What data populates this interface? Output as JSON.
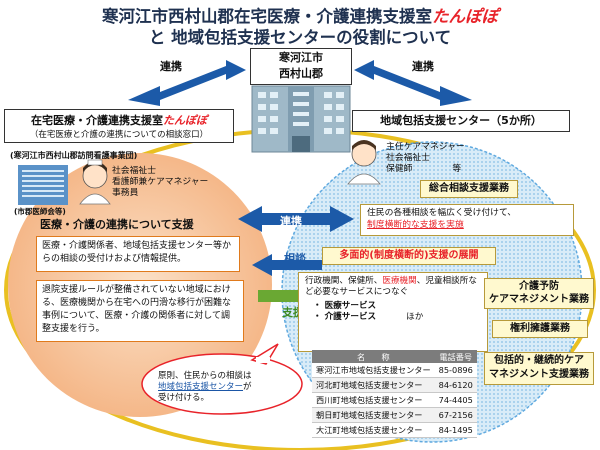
{
  "title": {
    "line1_main": "寒河江市西村山郡在宅医療・介護連携支援室",
    "line1_accent": "たんぽぽ",
    "line2": "と 地域包括支援センターの役割について"
  },
  "top_center": {
    "line1": "寒河江市",
    "line2": "西村山郡"
  },
  "arrow_labels": {
    "top_left": "連携",
    "top_right": "連携",
    "middle": "連携",
    "consult": "相談",
    "support": "支援"
  },
  "left_header": {
    "title_main": "在宅医療・介護連携支援室",
    "title_accent": "たんぽぽ",
    "subtitle": "（在宅医療と介護の連携についての相談窓口）"
  },
  "right_header": {
    "title": "地域包括支援センター（5か所）"
  },
  "left_area": {
    "org": "(寒河江市西村山郡訪問看護事業団)",
    "staff": [
      "社会福祉士",
      "看護師兼ケアマネジャー",
      "事務員"
    ],
    "medical_assoc": "(市郡医師会等)",
    "heading": "医療・介護の連携について支援",
    "box1": "医療・介護関係者、地域包括支援センター等からの相談の受付けおよび情報提供。",
    "box2": "退院支援ルールが整備されていない地域における、医療機関から在宅への円滑な移行が困難な事例について、医療・介護の関係者に対して調整支援を行う。"
  },
  "callout": {
    "line1": "原則、住民からの相談は",
    "link": "地域包括支援センター",
    "line2_tail": "が",
    "line3": "受け付ける。"
  },
  "right_area": {
    "staff": [
      "主任ケアマネジャー",
      "社会福祉士",
      "保健師"
    ],
    "staff_suffix": "等",
    "general_consult": "総合相談支援業務",
    "general_box_line1": "住民の各種相談を幅広く受け付けて、",
    "general_box_line2": "制度横断的な支援を実施",
    "multi_service": "多面的(制度横断的)支援の展開",
    "service_box_pre": "行政機関、保健所、",
    "service_box_red": "医療機関",
    "service_box_post": "、児童相談所など必要なサービスにつなぐ",
    "service_items": [
      "・ 医療サービス",
      "・ 介護サービス"
    ],
    "service_etc": "ほか",
    "side_boxes": [
      {
        "lines": [
          "介護予防",
          "ケアマネジメント業務"
        ]
      },
      {
        "lines": [
          "権利擁護業務"
        ]
      },
      {
        "lines": [
          "包括的・継続的ケア",
          "マネジメント支援業務"
        ]
      }
    ]
  },
  "phone_table": {
    "headers": [
      "名　　称",
      "電話番号"
    ],
    "rows": [
      [
        "寒河江市地域包括支援センター",
        "85-0896"
      ],
      [
        "河北町地域包括支援センター",
        "84-6120"
      ],
      [
        "西川町地域包括支援センター",
        "74-4405"
      ],
      [
        "朝日町地域包括支援センター",
        "67-2156"
      ],
      [
        "大江町地域包括支援センター",
        "84-1495"
      ]
    ]
  },
  "colors": {
    "title": "#1f3150",
    "accent": "#e8232a",
    "left_circle": "#f7c59c",
    "right_circle": "#cfe6f6",
    "arrow_blue": "#1c5aa8",
    "arrow_green": "#6aa833",
    "big_oval_border": "#e9c021"
  }
}
